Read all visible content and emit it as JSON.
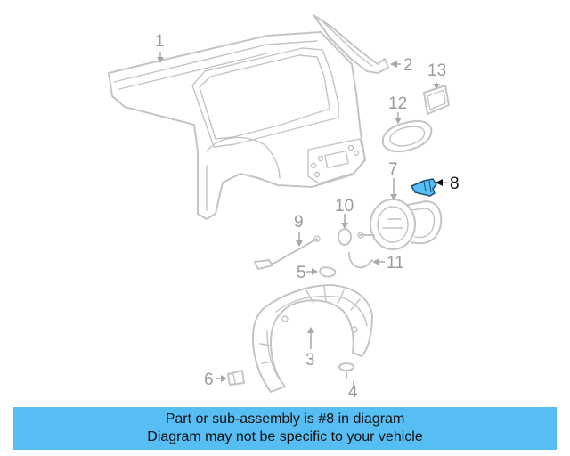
{
  "callouts": {
    "c1": "1",
    "c2": "2",
    "c3": "3",
    "c4": "4",
    "c5": "5",
    "c6": "6",
    "c7": "7",
    "c8": "8",
    "c9": "9",
    "c10": "10",
    "c11": "11",
    "c12": "12",
    "c13": "13"
  },
  "highlighted_part": "8",
  "highlight_color": "#56bef3",
  "banner": {
    "line1": "Part or sub-assembly is #8 in diagram",
    "line2": "Diagram may not be specific to your vehicle"
  }
}
